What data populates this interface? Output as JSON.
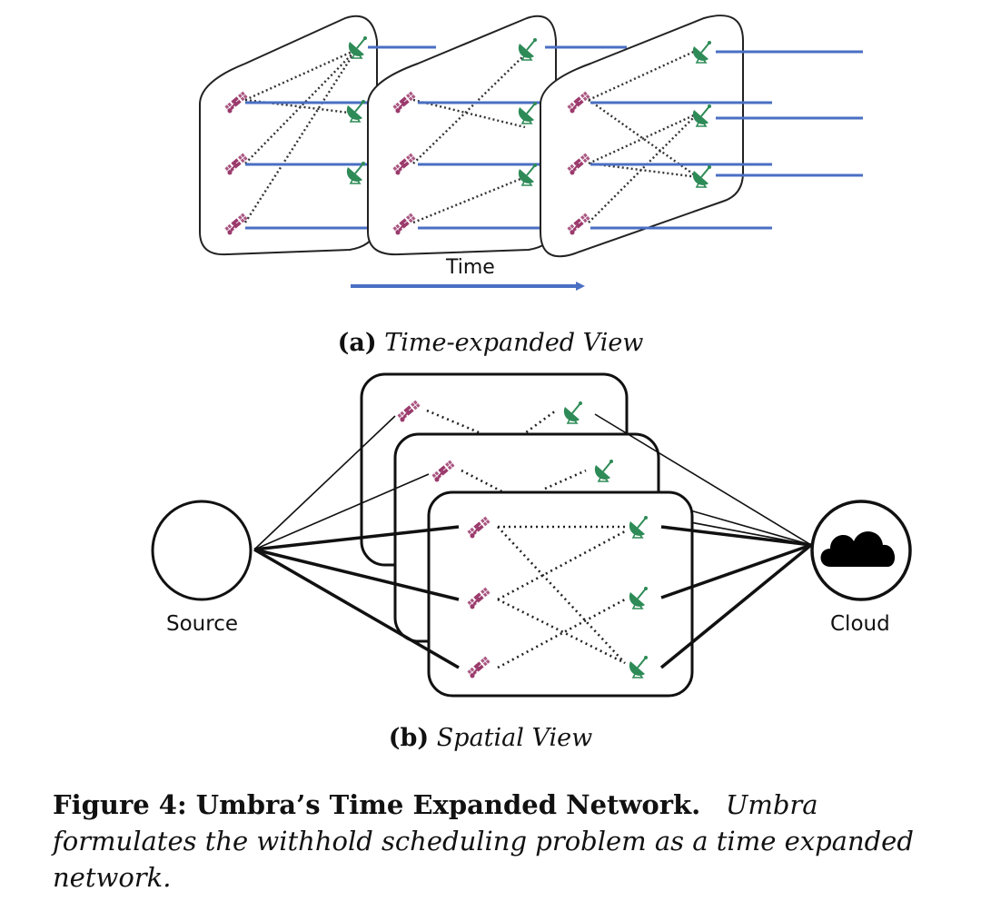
{
  "time_label": "Time",
  "subcaption_a": {
    "tag": "(a)",
    "text": "Time-expanded View"
  },
  "subcaption_b": {
    "tag": "(b)",
    "text": "Spatial View"
  },
  "source_label": "Source",
  "cloud_label": "Cloud",
  "caption": {
    "title": "Figure 4: Umbra’s Time Expanded Network.",
    "body": "Umbra formulates the withhold scheduling problem as a time expanded network."
  },
  "colors": {
    "satellite": "#9b3a6c",
    "ground_station": "#2e8b57",
    "time_link": "#4a6fc3",
    "frame_border": "#222222",
    "cloud": "#000000"
  },
  "icons": {
    "satellite": "satellite-icon",
    "ground_station": "ground-station-dish-icon",
    "cloud": "cloud-icon"
  }
}
